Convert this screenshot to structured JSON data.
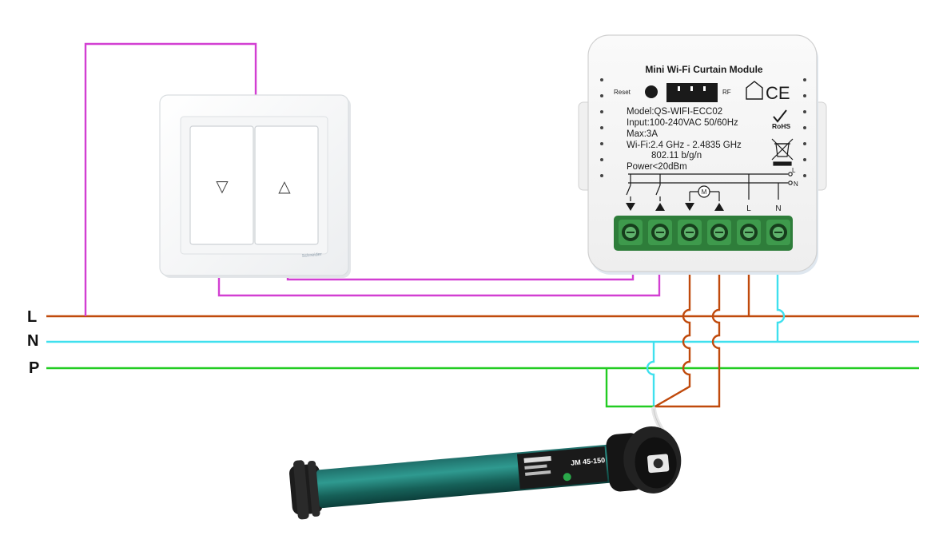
{
  "rails": {
    "live": {
      "label": "L",
      "color": "#c04a0c"
    },
    "neutral": {
      "label": "N",
      "color": "#3fe0ee"
    },
    "earth": {
      "label": "P",
      "color": "#22cc22"
    }
  },
  "switch_wire_color": "#d23fd2",
  "wall_switch": {
    "brand": "Schneider",
    "down_symbol": "▽",
    "up_symbol": "△"
  },
  "module": {
    "title": "Mini Wi-Fi Curtain Module",
    "reset_label": "Reset",
    "rf_label": "RF",
    "ce_mark": "CE",
    "rohs_mark": "RoHS",
    "specs": [
      "Model:QS-WIFI-ECC02",
      "Input:100-240VAC 50/60Hz",
      "Max:3A",
      "Wi-Fi:2.4 GHz - 2.4835 GHz",
      "802.11 b/g/n",
      "Power<20dBm"
    ],
    "bus_labels": {
      "live": "L",
      "neutral": "N"
    },
    "motor_symbol": "M",
    "terminal_labels": [
      "L",
      "N"
    ],
    "terminal_count": 6
  },
  "motor": {
    "label": "JM 45-150"
  }
}
